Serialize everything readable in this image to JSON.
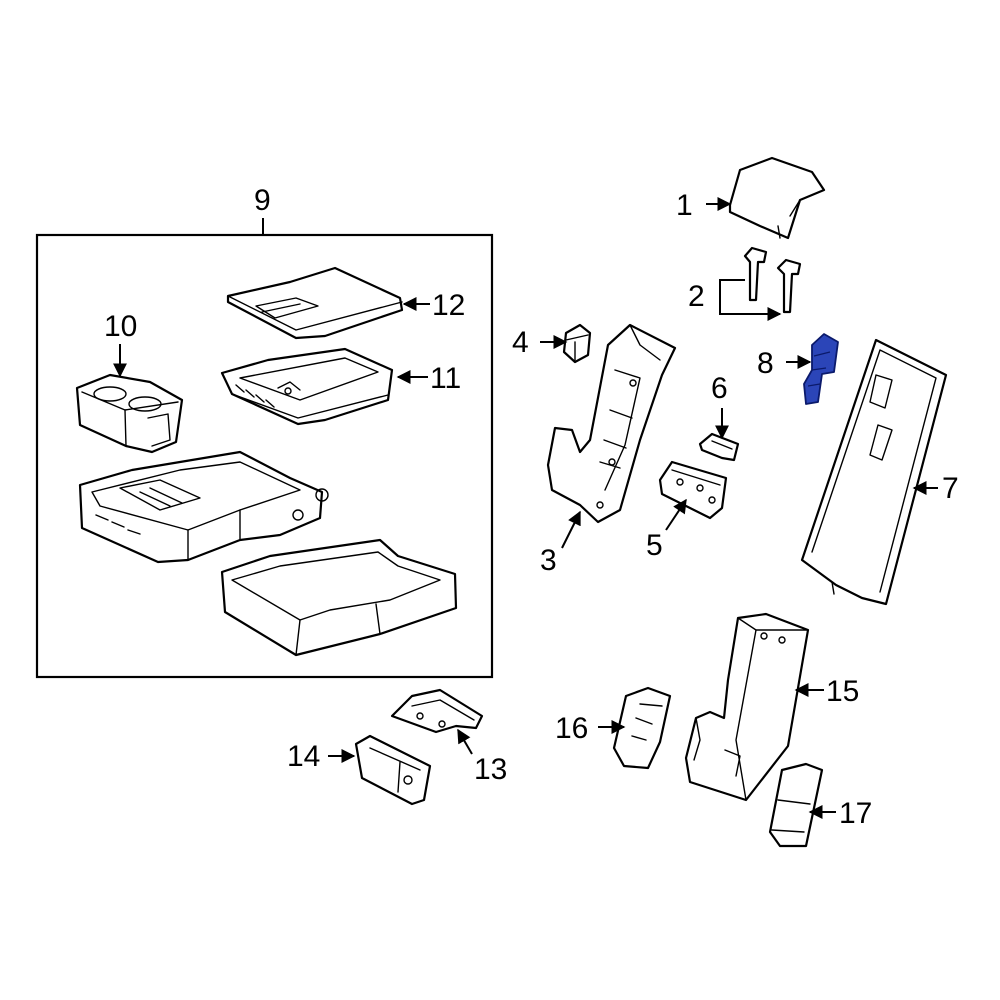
{
  "highlight_color": "#2b45b8",
  "callouts": {
    "c1": "1",
    "c2": "2",
    "c3": "3",
    "c4": "4",
    "c5": "5",
    "c6": "6",
    "c7": "7",
    "c8": "8",
    "c9": "9",
    "c10": "10",
    "c11": "11",
    "c12": "12",
    "c13": "13",
    "c14": "14",
    "c15": "15",
    "c16": "16",
    "c17": "17"
  },
  "highlighted_callout": "8",
  "icons": {
    "arrow": "arrow-icon"
  }
}
